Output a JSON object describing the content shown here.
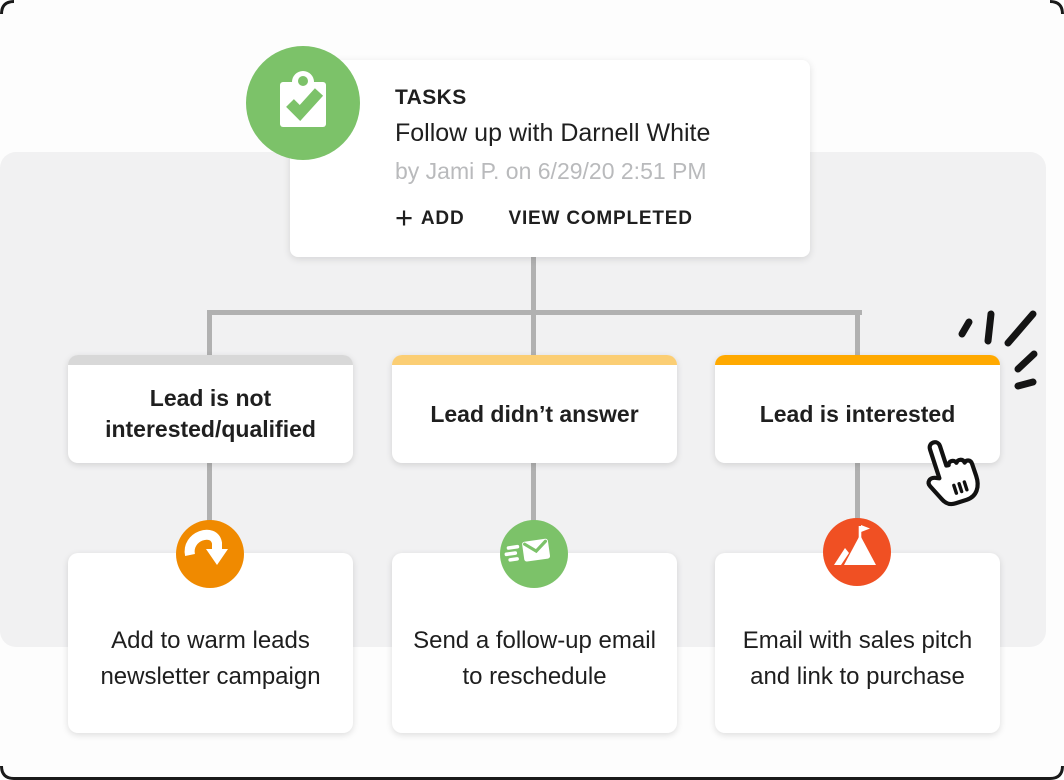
{
  "palette": {
    "page_background": "#fdfdfd",
    "panel_background": "#f1f1f2",
    "connector_gray": "#b1b1b1",
    "card_background": "#ffffff",
    "text_dark": "#1f1f1f",
    "text_muted_gray": "#b9babc",
    "green": "#7cc269",
    "orange": "#f08a00",
    "bright_orange": "#ffa900",
    "amber": "#fbce74",
    "light_gray_bar": "#d8d8d8",
    "red_orange": "#f05023",
    "ink_black": "#141414"
  },
  "task_card": {
    "icon": "clipboard-check-icon",
    "icon_bg": "#7cc269",
    "label": "TASKS",
    "title": "Follow up with Darnell White",
    "byline": "by Jami P. on 6/29/20 2:51 PM",
    "add_button": {
      "icon": "plus-icon",
      "plus_glyph": "+",
      "label": "ADD"
    },
    "view_completed_button": {
      "label": "VIEW COMPLETED"
    }
  },
  "branches": [
    {
      "label": "Lead is not interested/qualified",
      "bar_color": "#d8d8d8",
      "action": {
        "icon": "curved-down-arrow-icon",
        "icon_bg": "#f08a00",
        "text": "Add to warm leads newsletter campaign"
      }
    },
    {
      "label": "Lead didn’t answer",
      "bar_color": "#fbce74",
      "action": {
        "icon": "email-send-icon",
        "icon_bg": "#7cc269",
        "text": "Send a follow-up email to reschedule"
      }
    },
    {
      "label": "Lead is interested",
      "bar_color": "#ffa900",
      "action": {
        "icon": "mountain-flag-icon",
        "icon_bg": "#f05023",
        "text": "Email with sales pitch and link to purchase"
      }
    }
  ],
  "decorations": {
    "cursor": "hand-pointer-cursor",
    "emphasis": "click-burst-marks"
  }
}
